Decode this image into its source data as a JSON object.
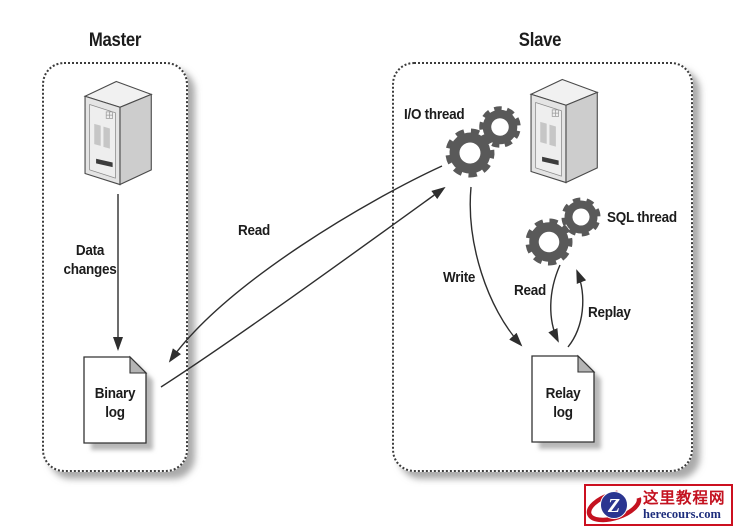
{
  "colors": {
    "arrow_line": "#2e2e2e",
    "gear_gray": "#595959",
    "box_border": "#3c3c3c",
    "watermark_red": "#c41220",
    "watermark_navy": "#1d2d7c"
  },
  "master": {
    "title": "Master",
    "data_changes": {
      "line1": "Data",
      "line2": "changes"
    },
    "binary_log": {
      "line1": "Binary",
      "line2": "log"
    }
  },
  "slave": {
    "title": "Slave",
    "io_thread": "I/O thread",
    "sql_thread": "SQL thread",
    "relay_log": {
      "line1": "Relay",
      "line2": "log"
    }
  },
  "arrows": {
    "read_binlog": "Read",
    "write": "Write",
    "read_relay": "Read",
    "replay": "Replay"
  },
  "icons": {
    "master_server": "server-tower-icon",
    "slave_server": "server-tower-icon",
    "io_thread_gears": "gears-icon",
    "sql_thread_gears": "gears-icon",
    "binary_log": "document-icon",
    "relay_log": "document-icon",
    "watermark_logo": "z-orbit-logo-icon"
  },
  "watermark": {
    "site_name": "这里教程网",
    "site_domain": "herecours.com",
    "logo_letter": "Z"
  }
}
